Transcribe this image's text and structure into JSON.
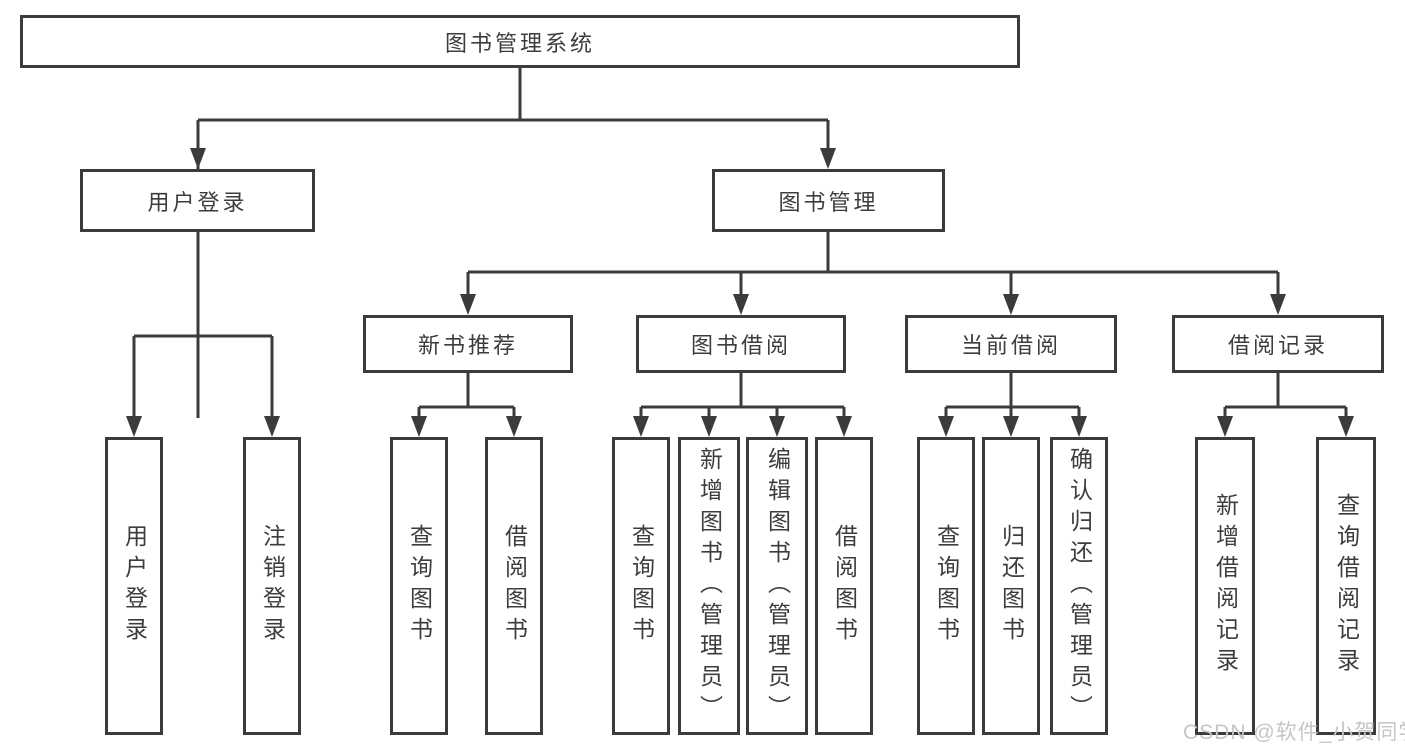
{
  "diagram": {
    "root": {
      "label": "图书管理系统"
    },
    "branches": [
      {
        "label": "用户登录",
        "children": [
          {
            "label": "用户登录"
          },
          {
            "label": "注销登录"
          }
        ]
      },
      {
        "label": "图书管理",
        "children": [
          {
            "label": "新书推荐",
            "children": [
              {
                "label": "查询图书"
              },
              {
                "label": "借阅图书"
              }
            ]
          },
          {
            "label": "图书借阅",
            "children": [
              {
                "label": "查询图书"
              },
              {
                "label": "新增图书（管理员）"
              },
              {
                "label": "编辑图书（管理员）"
              },
              {
                "label": "借阅图书"
              }
            ]
          },
          {
            "label": "当前借阅",
            "children": [
              {
                "label": "查询图书"
              },
              {
                "label": "归还图书"
              },
              {
                "label": "确认归还（管理员）"
              }
            ]
          },
          {
            "label": "借阅记录",
            "children": [
              {
                "label": "新增借阅记录"
              },
              {
                "label": "查询借阅记录"
              }
            ]
          }
        ]
      }
    ],
    "watermark": "CSDN @软件_小贺同学",
    "colors": {
      "line": "#3b3b3b",
      "text": "#3d3d3d",
      "watermark": "#c6c6c6",
      "background": "#ffffff"
    }
  }
}
